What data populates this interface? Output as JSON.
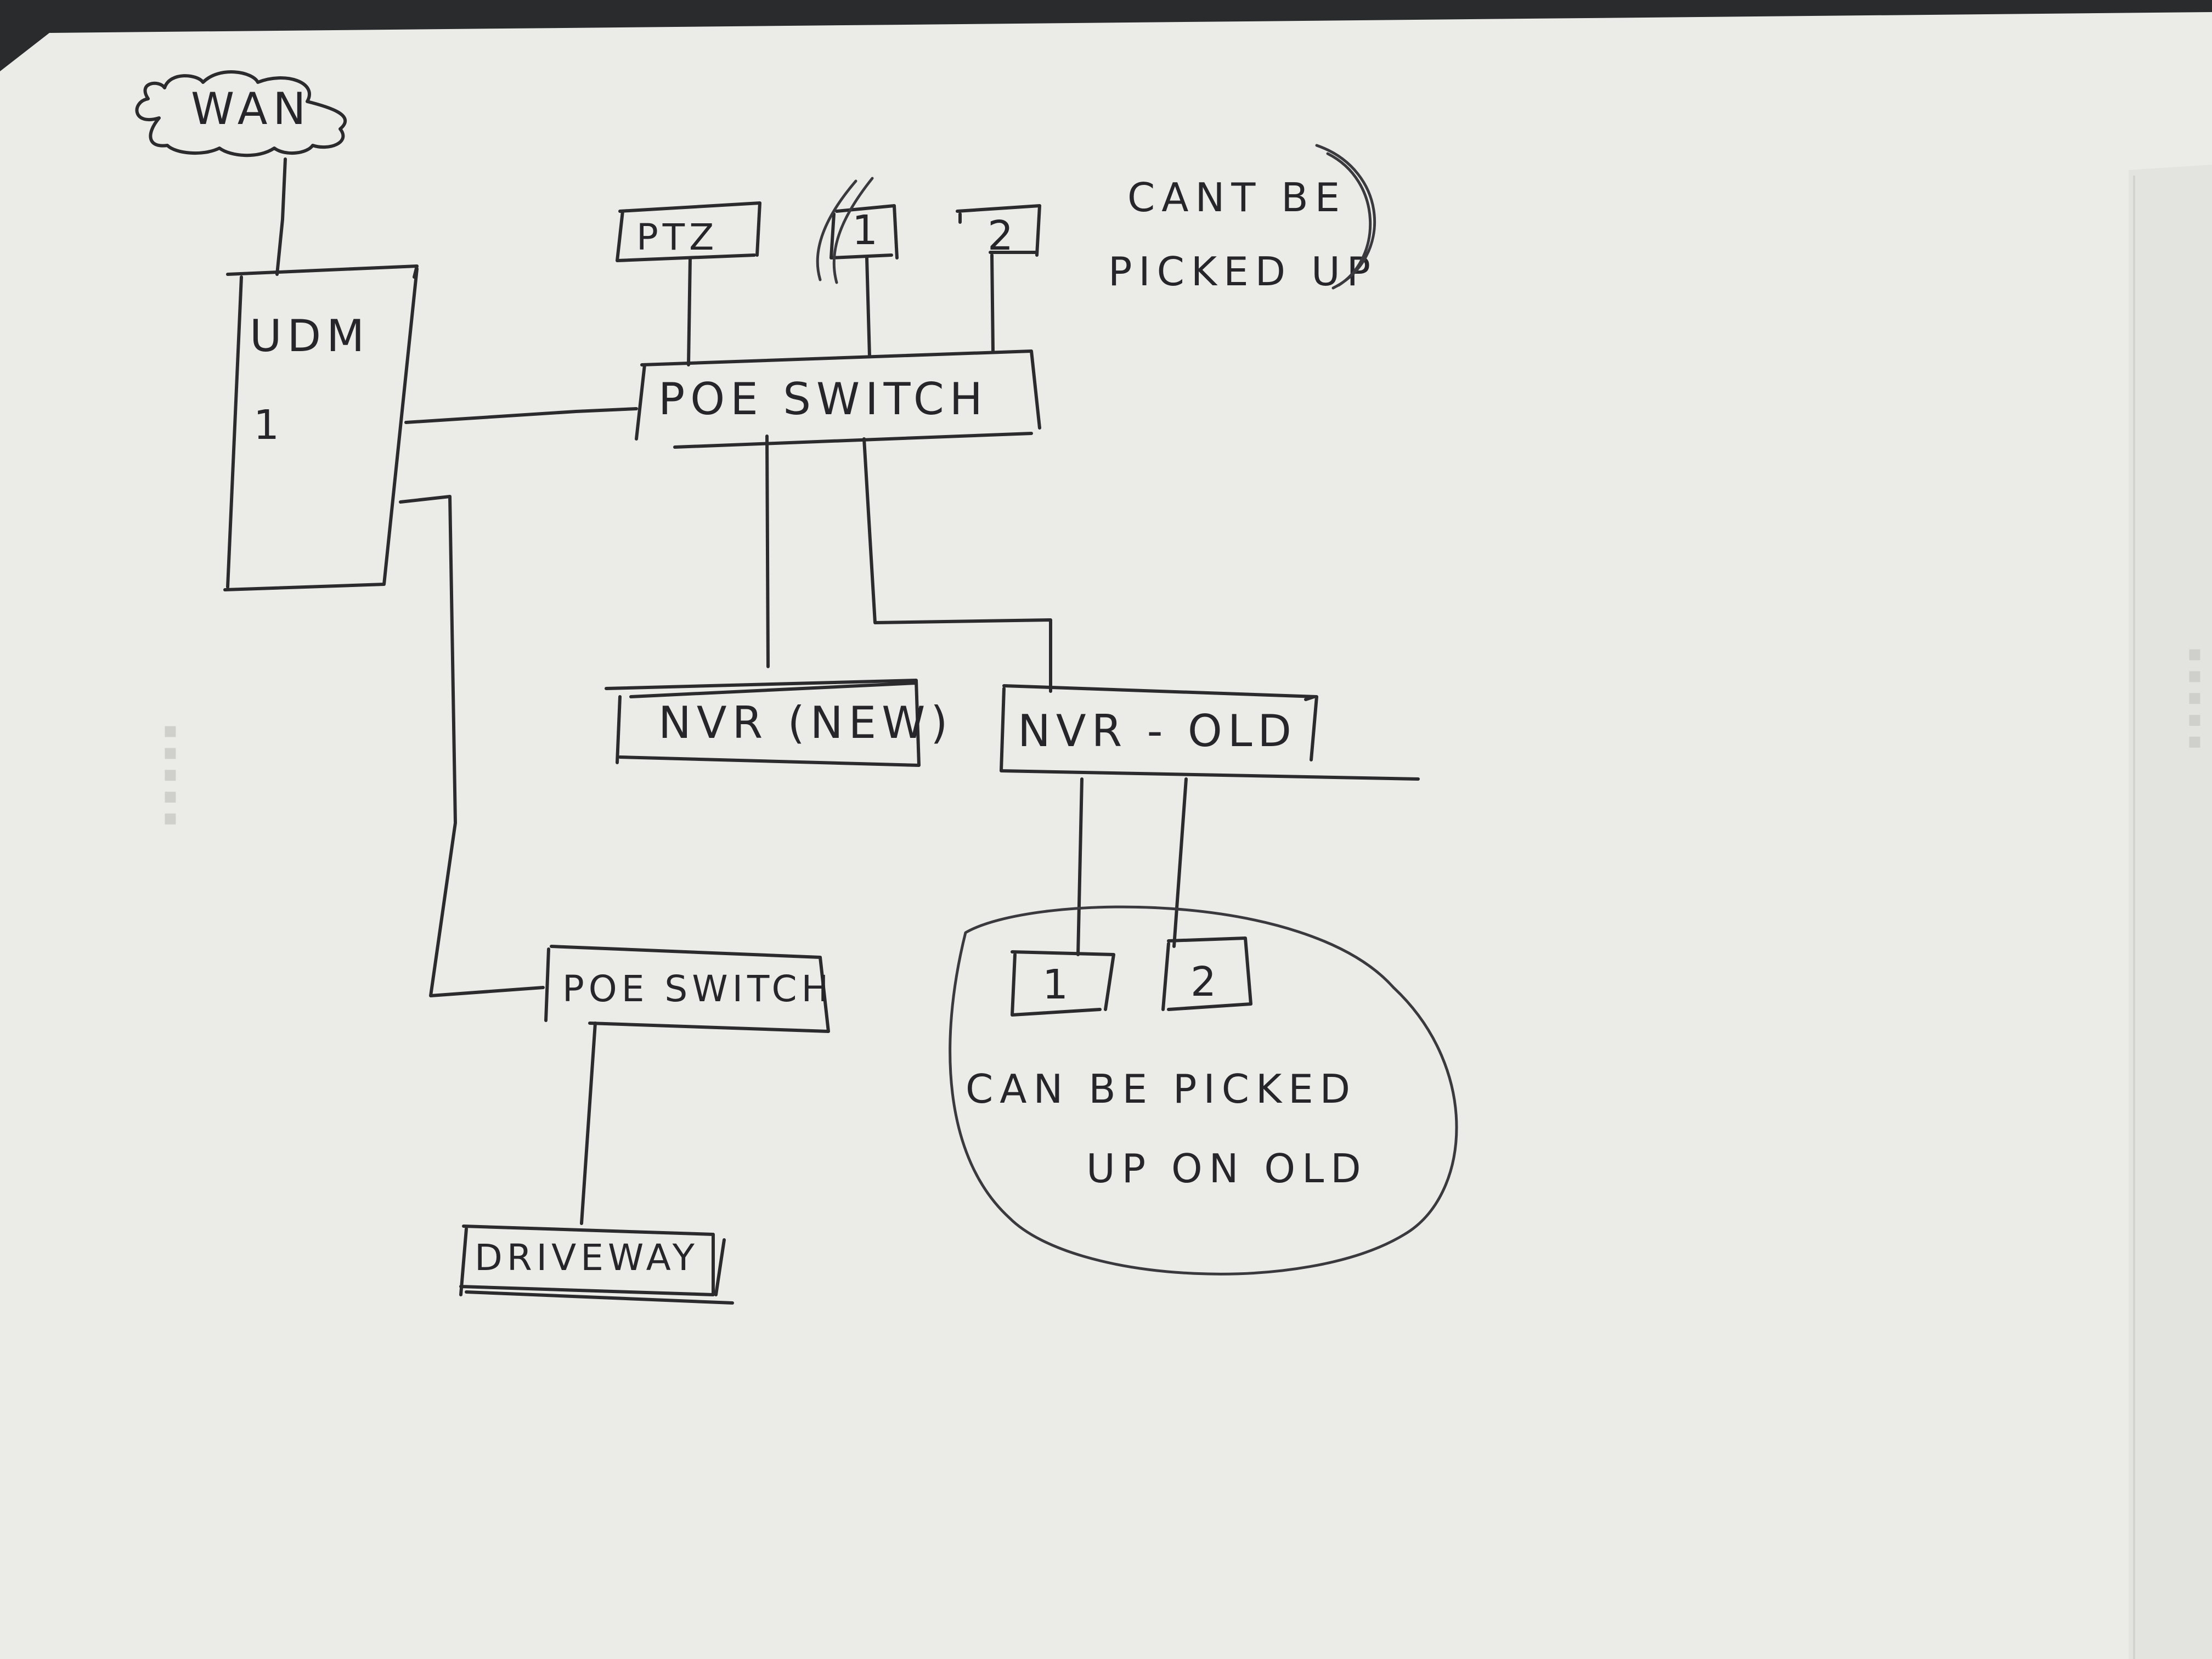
{
  "nodes": {
    "wan": "WAN",
    "udm": "UDM",
    "udm_port": "1",
    "poe_switch_top": "POE SWITCH",
    "ptz": "PTZ",
    "cam1_top": "1",
    "cam2_top": "2",
    "nvr_new": "NVR (NEW)",
    "nvr_old": "NVR - OLD",
    "cam1_bottom": "1",
    "cam2_bottom": "2",
    "poe_switch_bottom": "POE SWITCH",
    "driveway": "DRIVEWAY"
  },
  "notes": {
    "cant_be_picked_up_line1": "CANT BE",
    "cant_be_picked_up_line2": "PICKED UP",
    "can_be_picked_line1": "CAN BE PICKED",
    "can_be_picked_line2": "UP ON OLD"
  },
  "colors": {
    "paper": "#ebebe8",
    "ink": "#2b2b2e",
    "background": "#2a2b2d"
  }
}
